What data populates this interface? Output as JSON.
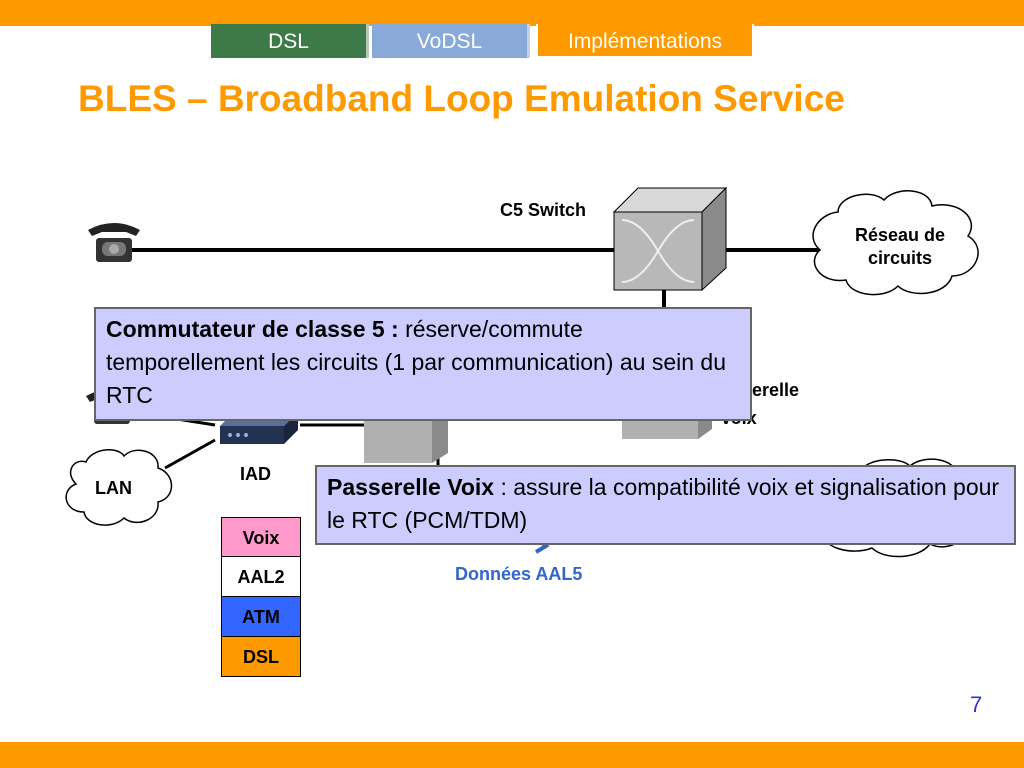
{
  "tabs": [
    "DSL",
    "VoDSL",
    "Implémentations"
  ],
  "title": "BLES – Broadband Loop Emulation Service",
  "labels": {
    "c5_switch": "C5 Switch",
    "reseau_de_circuits_1": "Réseau de",
    "reseau_de_circuits_2": "circuits",
    "passerelle_voix_1": "sserelle",
    "passerelle_voix_2": "Voix",
    "iad": "IAD",
    "lan": "LAN",
    "donnees_aal5": "Données AAL5"
  },
  "protocol_stack": [
    {
      "label": "Voix",
      "color": "#ff99cc"
    },
    {
      "label": "AAL2",
      "color": "#ffffff"
    },
    {
      "label": "ATM",
      "color": "#3366ff"
    },
    {
      "label": "DSL",
      "color": "#ff9900"
    }
  ],
  "callouts": {
    "commutateur_bold": "Commutateur de classe 5 :",
    "commutateur_text": " réserve/commute temporellement les circuits (1 par communication) au sein du RTC",
    "passerelle_bold": "Passerelle Voix",
    "passerelle_text": " : assure la compatibilité voix et signalisation pour le RTC (PCM/TDM)"
  },
  "page_number": "7",
  "colors": {
    "accent": "#ff9900",
    "callout_bg": "#ccccff",
    "tab_dsl": "#3d7a48",
    "tab_vodsl": "#89a9d8"
  }
}
